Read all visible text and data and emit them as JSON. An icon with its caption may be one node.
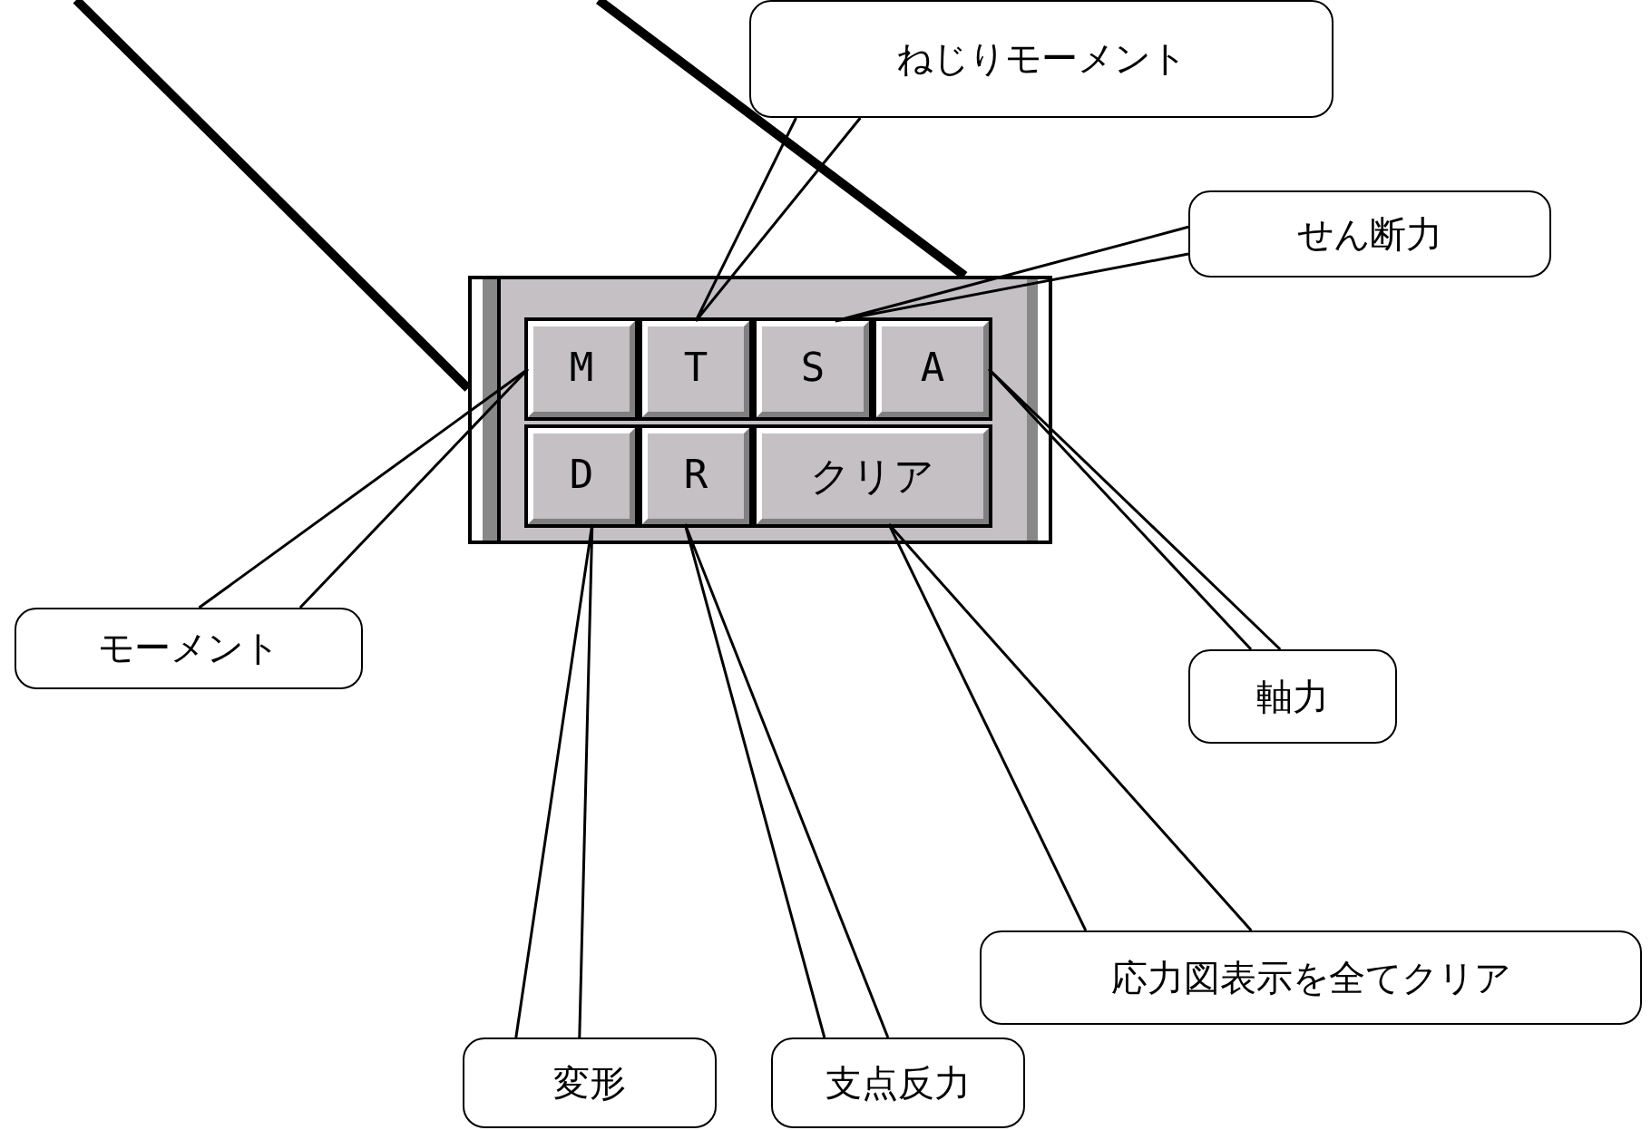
{
  "diagram": {
    "nodes": [
      {
        "text": [],
        "shape": "box"
      },
      {
        "text": [
          "M"
        ],
        "in": 0
      },
      {
        "text": [
          "T"
        ],
        "in": 0
      },
      {
        "text": [
          "S"
        ],
        "in": 0
      },
      {
        "text": [
          "A"
        ],
        "in": 0
      },
      {
        "text": [
          "D"
        ],
        "in": 0
      },
      {
        "text": [
          "R"
        ],
        "in": 0
      },
      {
        "text": [
          "クリア"
        ],
        "in": 0
      },
      {
        "text": [
          "ねじりモーメント"
        ]
      },
      {
        "text": [
          "せん断力"
        ]
      },
      {
        "text": [
          "モーメント"
        ]
      },
      {
        "text": [
          "軸力"
        ]
      },
      {
        "text": [
          "応力図表示を全てクリア"
        ]
      },
      {
        "text": [
          "変形"
        ]
      },
      {
        "text": [
          "支点反力"
        ]
      }
    ],
    "edges": [
      {
        "from": null,
        "to": 0,
        "arrow": "none",
        "style": "thick"
      },
      {
        "from": null,
        "to": 0,
        "arrow": "none",
        "style": "thick"
      },
      {
        "from": 8,
        "to": 2,
        "arrow": "none"
      },
      {
        "from": 9,
        "to": 3,
        "arrow": "none"
      },
      {
        "from": 10,
        "to": 1,
        "arrow": "none"
      },
      {
        "from": 11,
        "to": 4,
        "arrow": "none"
      },
      {
        "from": 12,
        "to": 7,
        "arrow": "none"
      },
      {
        "from": 13,
        "to": 5,
        "arrow": "none"
      },
      {
        "from": 14,
        "to": 6,
        "arrow": "none"
      }
    ]
  }
}
